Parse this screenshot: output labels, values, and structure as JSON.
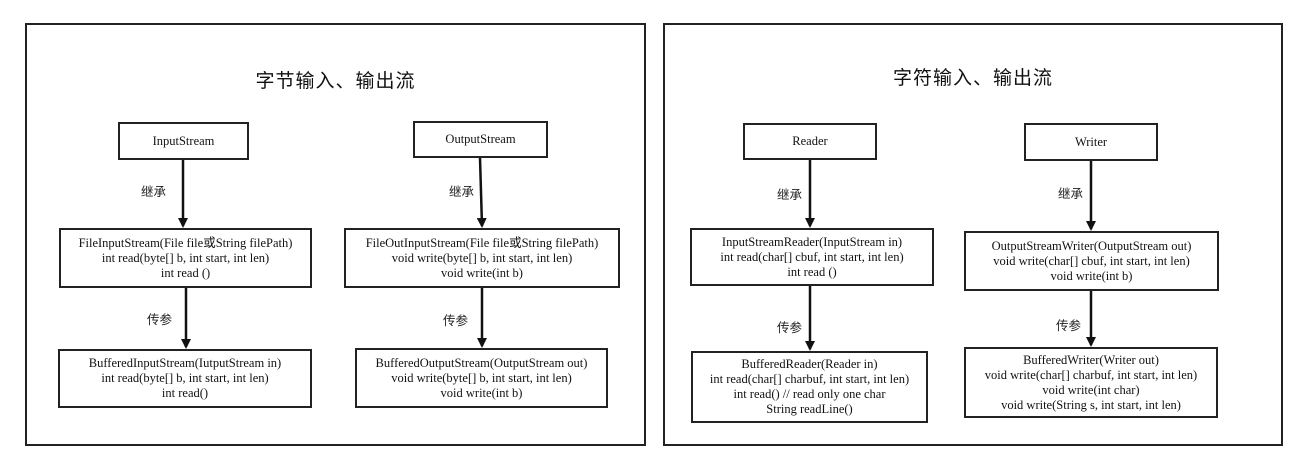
{
  "byte_panel": {
    "title": "字节输入、输出流",
    "input_base": "InputStream",
    "output_base": "OutputStream",
    "inherit_label_left": "继承",
    "inherit_label_right": "继承",
    "file_input": [
      "FileInputStream(File file或String filePath)",
      "int read(byte[] b, int start, int len)",
      "int read ()"
    ],
    "file_output": [
      "FileOutInputStream(File file或String filePath)",
      "void write(byte[] b, int start, int len)",
      "void write(int b)"
    ],
    "param_label_left": "传参",
    "param_label_right": "传参",
    "buffered_input": [
      "BufferedInputStream(IutputStream in)",
      "int read(byte[] b, int start, int len)",
      "int read()"
    ],
    "buffered_output": [
      "BufferedOutputStream(OutputStream out)",
      "void write(byte[] b, int start, int len)",
      "void  write(int b)"
    ]
  },
  "char_panel": {
    "title": "字符输入、输出流",
    "reader_base": "Reader",
    "writer_base": "Writer",
    "inherit_label_left": "继承",
    "inherit_label_right": "继承",
    "input_reader": [
      "InputStreamReader(InputStream in)",
      "int read(char[] cbuf, int start, int len)",
      "int read ()"
    ],
    "output_writer": [
      "OutputStreamWriter(OutputStream out)",
      "void write(char[] cbuf, int start, int len)",
      "void write(int b)"
    ],
    "param_label_left": "传参",
    "param_label_right": "传参",
    "buffered_reader": [
      "BufferedReader(Reader in)",
      "int read(char[] charbuf, int start, int len)",
      "int read() // read only one char",
      "String readLine()"
    ],
    "buffered_writer": [
      "BufferedWriter(Writer out)",
      "void write(char[] charbuf, int start, int len)",
      "void write(int char)",
      "void write(String s, int start, int len)"
    ]
  }
}
